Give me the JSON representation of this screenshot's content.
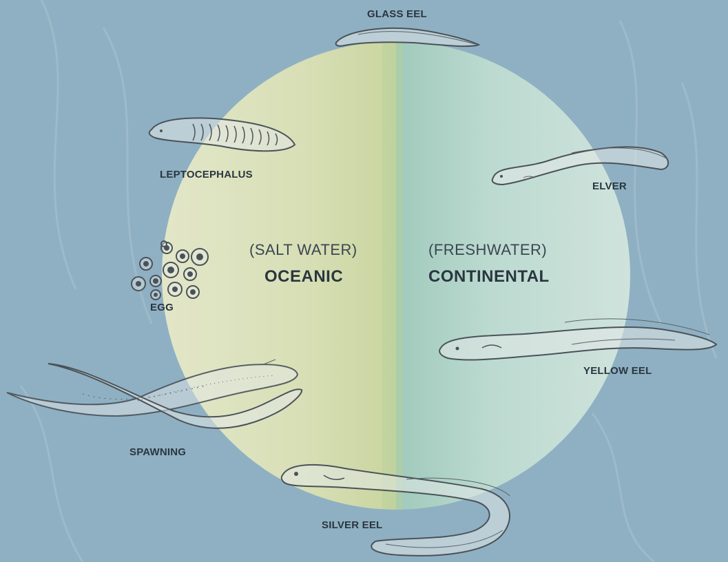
{
  "colors": {
    "background": "#8fb0c3",
    "oceanic_zone": "#d4dbb0",
    "continental_zone": "#b5d6cd",
    "ink": "#2a3640"
  },
  "zones": {
    "oceanic": {
      "sub": "(SALT WATER)",
      "name": "OCEANIC"
    },
    "continental": {
      "sub": "(FRESHWATER)",
      "name": "CONTINENTAL"
    }
  },
  "stages": {
    "glass_eel": "GLASS EEL",
    "elver": "ELVER",
    "yellow_eel": "YELLOW EEL",
    "silver_eel": "SILVER EEL",
    "spawning": "SPAWNING",
    "egg": "EGG",
    "leptocephalus": "LEPTOCEPHALUS"
  },
  "icons": [
    "glass-eel-icon",
    "elver-icon",
    "yellow-eel-icon",
    "silver-eel-icon",
    "spawning-eels-icon",
    "eggs-icon",
    "leptocephalus-icon"
  ]
}
